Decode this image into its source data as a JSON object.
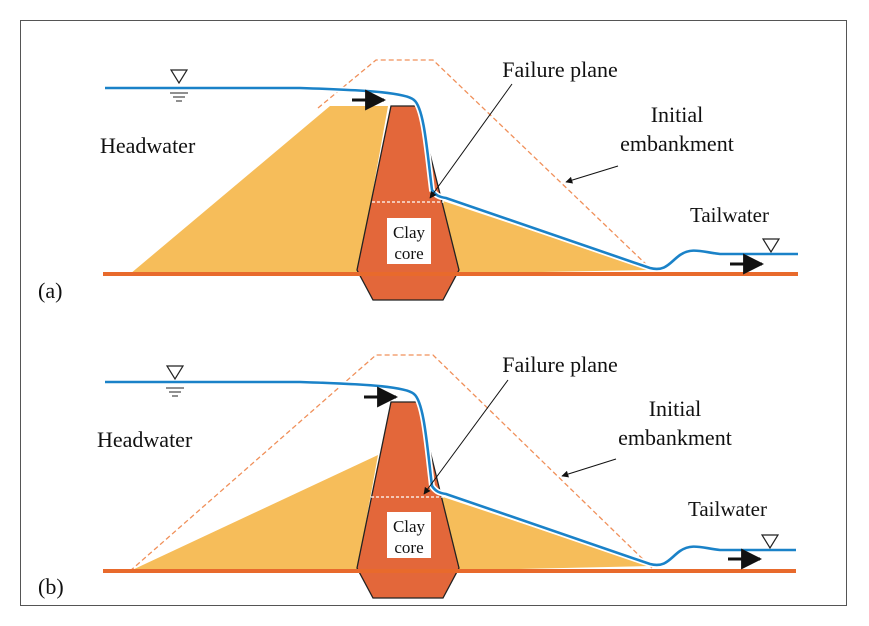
{
  "panels": [
    {
      "id": "a",
      "panel_label": "(a)",
      "headwater_label": "Headwater",
      "tailwater_label": "Tailwater",
      "failure_plane_label": "Failure plane",
      "initial_embankment_label_line1": "Initial",
      "initial_embankment_label_line2": "embankment",
      "core_label_line1": "Clay",
      "core_label_line2": "core"
    },
    {
      "id": "b",
      "panel_label": "(b)",
      "headwater_label": "Headwater",
      "tailwater_label": "Tailwater",
      "failure_plane_label": "Failure plane",
      "initial_embankment_label_line1": "Initial",
      "initial_embankment_label_line2": "embankment",
      "core_label_line1": "Clay",
      "core_label_line2": "core"
    }
  ],
  "colors": {
    "shell_fill": "#f6bd5a",
    "core_fill": "#e3673a",
    "ground": "#e86a2c",
    "water": "#1a82c8",
    "initial_embankment_outline": "#f0905a",
    "arrow": "#111111",
    "frame": "#555555"
  },
  "icons": {
    "water_level_marker": "inverted-triangle-icon",
    "flow_direction": "arrow-right-icon"
  }
}
